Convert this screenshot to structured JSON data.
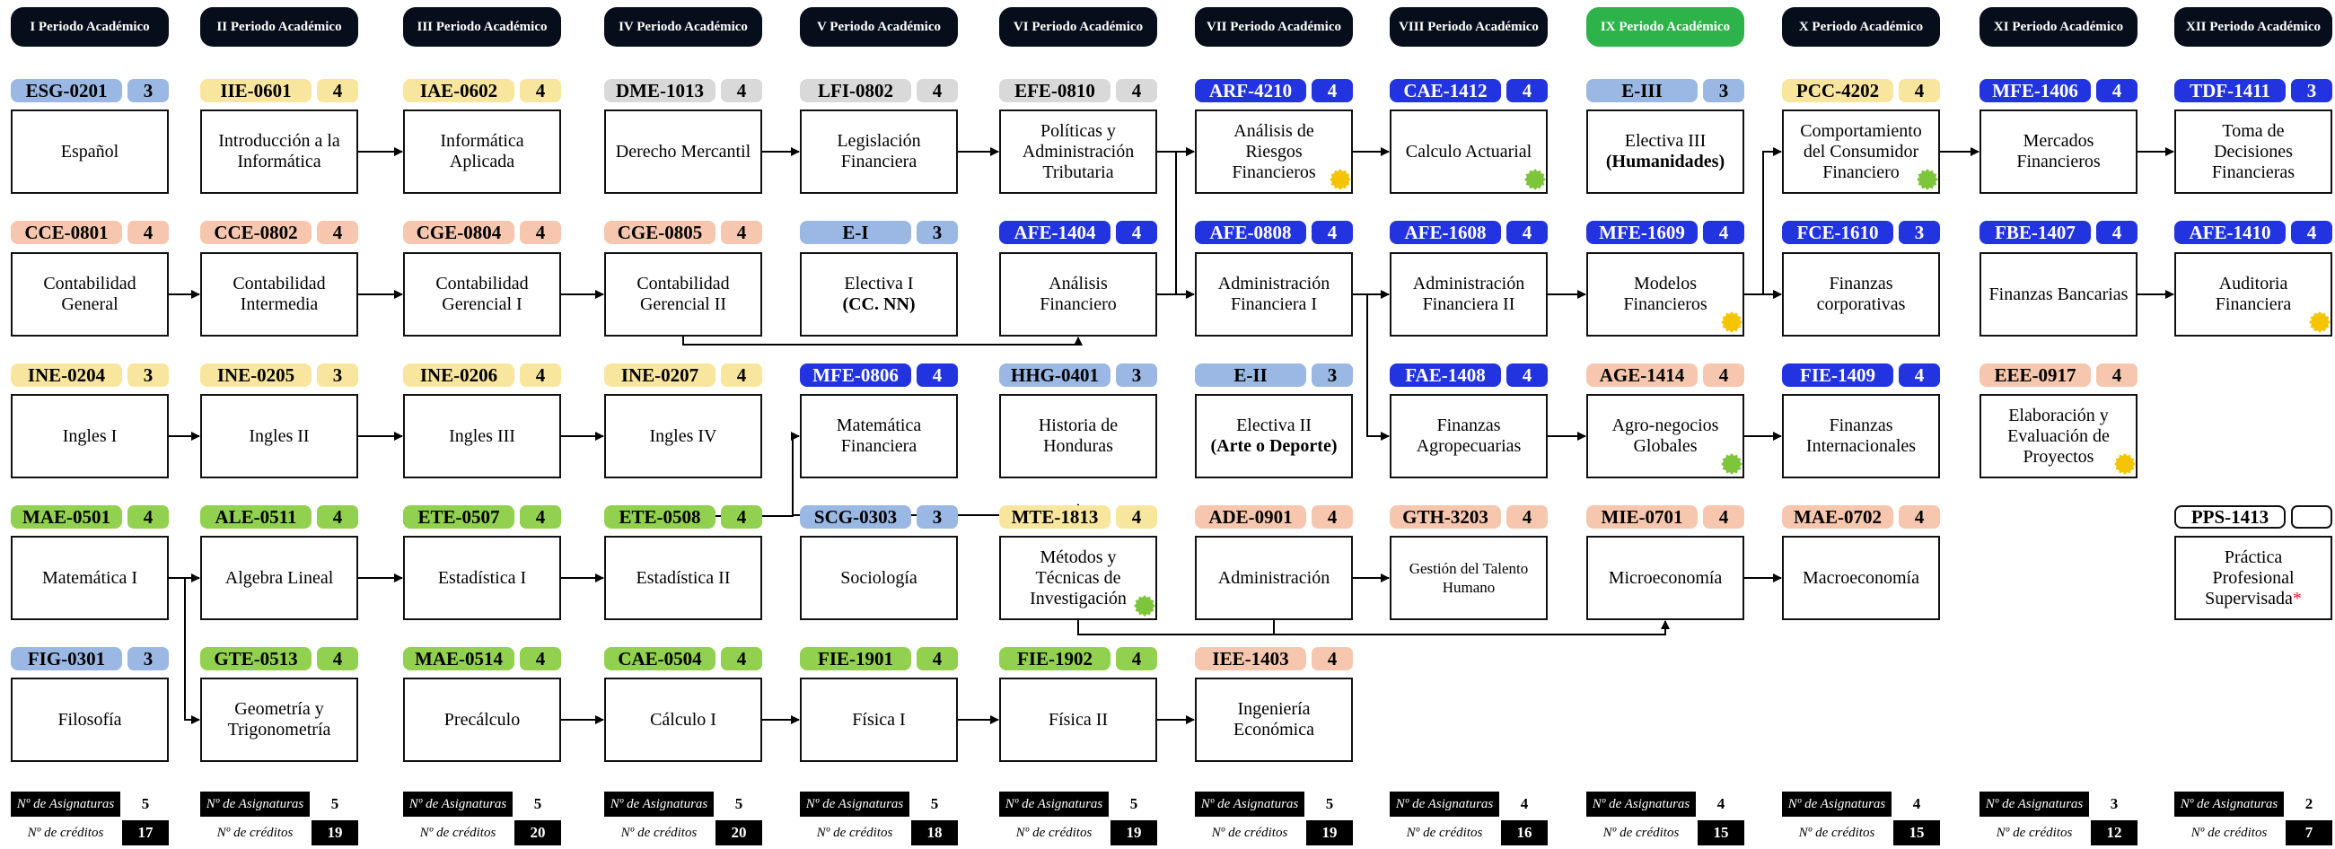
{
  "periods": [
    {
      "label": "I Periodo Académico",
      "active": false,
      "asignaturas": "5",
      "creditos": "17"
    },
    {
      "label": "II Periodo Académico",
      "active": false,
      "asignaturas": "5",
      "creditos": "19"
    },
    {
      "label": "III Periodo Académico",
      "active": false,
      "asignaturas": "5",
      "creditos": "20"
    },
    {
      "label": "IV Periodo Académico",
      "active": false,
      "asignaturas": "5",
      "creditos": "20"
    },
    {
      "label": "V Periodo Académico",
      "active": false,
      "asignaturas": "5",
      "creditos": "18"
    },
    {
      "label": "VI Periodo Académico",
      "active": false,
      "asignaturas": "5",
      "creditos": "19"
    },
    {
      "label": "VII Periodo Académico",
      "active": false,
      "asignaturas": "5",
      "creditos": "19"
    },
    {
      "label": "VIII Periodo Académico",
      "active": false,
      "asignaturas": "4",
      "creditos": "16"
    },
    {
      "label": "IX Periodo Académico",
      "active": true,
      "asignaturas": "4",
      "creditos": "15"
    },
    {
      "label": "X Periodo Académico",
      "active": false,
      "asignaturas": "4",
      "creditos": "15"
    },
    {
      "label": "XI Periodo Académico",
      "active": false,
      "asignaturas": "3",
      "creditos": "12"
    },
    {
      "label": "XII Periodo Académico",
      "active": false,
      "asignaturas": "2",
      "creditos": "7"
    }
  ],
  "footer": {
    "asignaturas_label": "Nº de Asignaturas",
    "creditos_label": "Nº de créditos"
  },
  "palette": {
    "blue": "#2233e0",
    "lightblue": "#9ab8e3",
    "yellow": "#f8e69e",
    "gray": "#d9d9d9",
    "salmon": "#f6c7ae",
    "green": "#91d14f",
    "active_header": "#2db34a",
    "header": "#060d1b",
    "badge_yellow": "#f5c400",
    "badge_green": "#7dc53b"
  },
  "courses": [
    {
      "col": 0,
      "row": 0,
      "code": "ESG-0201",
      "credits": "3",
      "color": "lightblue",
      "name": "Español"
    },
    {
      "col": 0,
      "row": 1,
      "code": "CCE-0801",
      "credits": "4",
      "color": "salmon",
      "name": "Contabilidad General"
    },
    {
      "col": 0,
      "row": 2,
      "code": "INE-0204",
      "credits": "3",
      "color": "yellow",
      "name": "Ingles I"
    },
    {
      "col": 0,
      "row": 3,
      "code": "MAE-0501",
      "credits": "4",
      "color": "green",
      "name": "Matemática I"
    },
    {
      "col": 0,
      "row": 4,
      "code": "FIG-0301",
      "credits": "3",
      "color": "lightblue",
      "name": "Filosofía"
    },
    {
      "col": 1,
      "row": 0,
      "code": "IIE-0601",
      "credits": "4",
      "color": "yellow",
      "name": "Introducción a la Informática"
    },
    {
      "col": 1,
      "row": 1,
      "code": "CCE-0802",
      "credits": "4",
      "color": "salmon",
      "name": "Contabilidad Intermedia"
    },
    {
      "col": 1,
      "row": 2,
      "code": "INE-0205",
      "credits": "3",
      "color": "yellow",
      "name": "Ingles II"
    },
    {
      "col": 1,
      "row": 3,
      "code": "ALE-0511",
      "credits": "4",
      "color": "green",
      "name": "Algebra Lineal"
    },
    {
      "col": 1,
      "row": 4,
      "code": "GTE-0513",
      "credits": "4",
      "color": "green",
      "name": "Geometría y Trigonometría"
    },
    {
      "col": 2,
      "row": 0,
      "code": "IAE-0602",
      "credits": "4",
      "color": "yellow",
      "name": "Informática Aplicada"
    },
    {
      "col": 2,
      "row": 1,
      "code": "CGE-0804",
      "credits": "4",
      "color": "salmon",
      "name": "Contabilidad Gerencial I"
    },
    {
      "col": 2,
      "row": 2,
      "code": "INE-0206",
      "credits": "4",
      "color": "yellow",
      "name": "Ingles III"
    },
    {
      "col": 2,
      "row": 3,
      "code": "ETE-0507",
      "credits": "4",
      "color": "green",
      "name": "Estadística I"
    },
    {
      "col": 2,
      "row": 4,
      "code": "MAE-0514",
      "credits": "4",
      "color": "green",
      "name": "Precálculo"
    },
    {
      "col": 3,
      "row": 0,
      "code": "DME-1013",
      "credits": "4",
      "color": "gray",
      "name": "Derecho Mercantil"
    },
    {
      "col": 3,
      "row": 1,
      "code": "CGE-0805",
      "credits": "4",
      "color": "salmon",
      "name": "Contabilidad Gerencial II"
    },
    {
      "col": 3,
      "row": 2,
      "code": "INE-0207",
      "credits": "4",
      "color": "yellow",
      "name": "Ingles IV"
    },
    {
      "col": 3,
      "row": 3,
      "code": "ETE-0508",
      "credits": "4",
      "color": "green",
      "name": "Estadística II"
    },
    {
      "col": 3,
      "row": 4,
      "code": "CAE-0504",
      "credits": "4",
      "color": "green",
      "name": "Cálculo I"
    },
    {
      "col": 4,
      "row": 0,
      "code": "LFI-0802",
      "credits": "4",
      "color": "gray",
      "name": "Legislación Financiera"
    },
    {
      "col": 4,
      "row": 1,
      "code": "E-I",
      "credits": "3",
      "color": "lightblue",
      "name": "Electiva I",
      "subname": "(CC. NN)"
    },
    {
      "col": 4,
      "row": 2,
      "code": "MFE-0806",
      "credits": "4",
      "color": "blue",
      "name": "Matemática Financiera"
    },
    {
      "col": 4,
      "row": 3,
      "code": "SCG-0303",
      "credits": "3",
      "color": "lightblue",
      "name": "Sociología"
    },
    {
      "col": 4,
      "row": 4,
      "code": "FIE-1901",
      "credits": "4",
      "color": "green",
      "name": "Física I"
    },
    {
      "col": 5,
      "row": 0,
      "code": "EFE-0810",
      "credits": "4",
      "color": "gray",
      "name": "Políticas y Administración Tributaria"
    },
    {
      "col": 5,
      "row": 1,
      "code": "AFE-1404",
      "credits": "4",
      "color": "blue",
      "name": "Análisis Financiero"
    },
    {
      "col": 5,
      "row": 2,
      "code": "HHG-0401",
      "credits": "3",
      "color": "lightblue",
      "name": "Historia de Honduras"
    },
    {
      "col": 5,
      "row": 3,
      "code": "MTE-1813",
      "credits": "4",
      "color": "yellow",
      "name": "Métodos y Técnicas de Investigación",
      "badge": "green"
    },
    {
      "col": 5,
      "row": 4,
      "code": "FIE-1902",
      "credits": "4",
      "color": "green",
      "name": "Física II"
    },
    {
      "col": 6,
      "row": 0,
      "code": "ARF-4210",
      "credits": "4",
      "color": "blue",
      "name": "Análisis de Riesgos Financieros",
      "badge": "yellow"
    },
    {
      "col": 6,
      "row": 1,
      "code": "AFE-0808",
      "credits": "4",
      "color": "blue",
      "name": "Administración Financiera I"
    },
    {
      "col": 6,
      "row": 2,
      "code": "E-II",
      "credits": "3",
      "color": "lightblue",
      "name": "Electiva II",
      "subname": "(Arte o Deporte)"
    },
    {
      "col": 6,
      "row": 3,
      "code": "ADE-0901",
      "credits": "4",
      "color": "salmon",
      "name": "Administración"
    },
    {
      "col": 6,
      "row": 4,
      "code": "IEE-1403",
      "credits": "4",
      "color": "salmon",
      "name": "Ingeniería Económica"
    },
    {
      "col": 7,
      "row": 0,
      "code": "CAE-1412",
      "credits": "4",
      "color": "blue",
      "name": "Calculo Actuarial",
      "badge": "green"
    },
    {
      "col": 7,
      "row": 1,
      "code": "AFE-1608",
      "credits": "4",
      "color": "blue",
      "name": "Administración Financiera II"
    },
    {
      "col": 7,
      "row": 2,
      "code": "FAE-1408",
      "credits": "4",
      "color": "blue",
      "name": "Finanzas Agropecuarias"
    },
    {
      "col": 7,
      "row": 3,
      "code": "GTH-3203",
      "credits": "4",
      "color": "salmon",
      "name": "Gestión del Talento Humano",
      "small": true
    },
    {
      "col": 8,
      "row": 0,
      "code": "E-III",
      "credits": "3",
      "color": "lightblue",
      "name": "Electiva III",
      "subname": "(Humanidades)"
    },
    {
      "col": 8,
      "row": 1,
      "code": "MFE-1609",
      "credits": "4",
      "color": "blue",
      "name": "Modelos Financieros",
      "badge": "yellow"
    },
    {
      "col": 8,
      "row": 2,
      "code": "AGE-1414",
      "credits": "4",
      "color": "salmon",
      "name": "Agro-negocios Globales",
      "badge": "green"
    },
    {
      "col": 8,
      "row": 3,
      "code": "MIE-0701",
      "credits": "4",
      "color": "salmon",
      "name": "Microeconomía"
    },
    {
      "col": 9,
      "row": 0,
      "code": "PCC-4202",
      "credits": "4",
      "color": "yellow",
      "name": "Comportamiento del Consumidor Financiero",
      "badge": "green"
    },
    {
      "col": 9,
      "row": 1,
      "code": "FCE-1610",
      "credits": "3",
      "color": "blue",
      "name": "Finanzas corporativas"
    },
    {
      "col": 9,
      "row": 2,
      "code": "FIE-1409",
      "credits": "4",
      "color": "blue",
      "name": "Finanzas Internacionales"
    },
    {
      "col": 9,
      "row": 3,
      "code": "MAE-0702",
      "credits": "4",
      "color": "salmon",
      "name": "Macroeconomía"
    },
    {
      "col": 10,
      "row": 0,
      "code": "MFE-1406",
      "credits": "4",
      "color": "blue",
      "name": "Mercados Financieros"
    },
    {
      "col": 10,
      "row": 1,
      "code": "FBE-1407",
      "credits": "4",
      "color": "blue",
      "name": "Finanzas Bancarias"
    },
    {
      "col": 10,
      "row": 2,
      "code": "EEE-0917",
      "credits": "4",
      "color": "salmon",
      "name": "Elaboración y Evaluación de Proyectos",
      "badge": "yellow"
    },
    {
      "col": 11,
      "row": 0,
      "code": "TDF-1411",
      "credits": "3",
      "color": "blue",
      "name": "Toma de Decisiones Financieras"
    },
    {
      "col": 11,
      "row": 1,
      "code": "AFE-1410",
      "credits": "4",
      "color": "blue",
      "name": "Auditoria Financiera",
      "badge": "yellow"
    },
    {
      "col": 11,
      "row": 3,
      "code": "PPS-1413",
      "credits": "",
      "color": "white",
      "name": "Práctica Profesional Supervisada",
      "mark": "*"
    }
  ]
}
